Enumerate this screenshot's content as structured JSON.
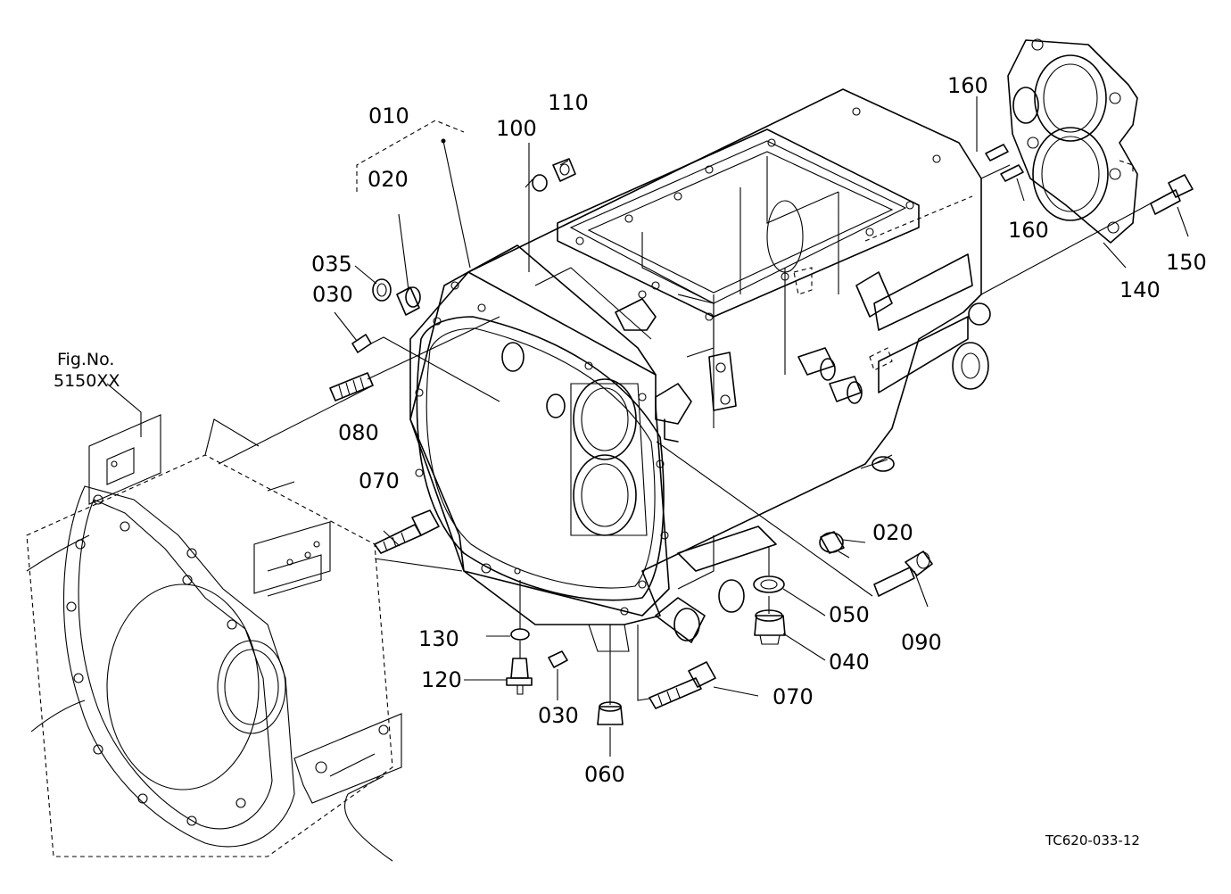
{
  "figure_ref": {
    "line1": "Fig.No.",
    "line2": "5150XX"
  },
  "drawing_code": "TC620-033-12",
  "parts": [
    {
      "id": "p010",
      "label": "010"
    },
    {
      "id": "p020a",
      "label": "020"
    },
    {
      "id": "p020b",
      "label": "020"
    },
    {
      "id": "p030a",
      "label": "030"
    },
    {
      "id": "p030b",
      "label": "030"
    },
    {
      "id": "p035",
      "label": "035"
    },
    {
      "id": "p040",
      "label": "040"
    },
    {
      "id": "p050",
      "label": "050"
    },
    {
      "id": "p060",
      "label": "060"
    },
    {
      "id": "p070a",
      "label": "070"
    },
    {
      "id": "p070b",
      "label": "070"
    },
    {
      "id": "p080",
      "label": "080"
    },
    {
      "id": "p090",
      "label": "090"
    },
    {
      "id": "p100",
      "label": "100"
    },
    {
      "id": "p110",
      "label": "110"
    },
    {
      "id": "p120",
      "label": "120"
    },
    {
      "id": "p130",
      "label": "130"
    },
    {
      "id": "p140",
      "label": "140"
    },
    {
      "id": "p150",
      "label": "150"
    },
    {
      "id": "p160a",
      "label": "160"
    },
    {
      "id": "p160b",
      "label": "160"
    }
  ]
}
